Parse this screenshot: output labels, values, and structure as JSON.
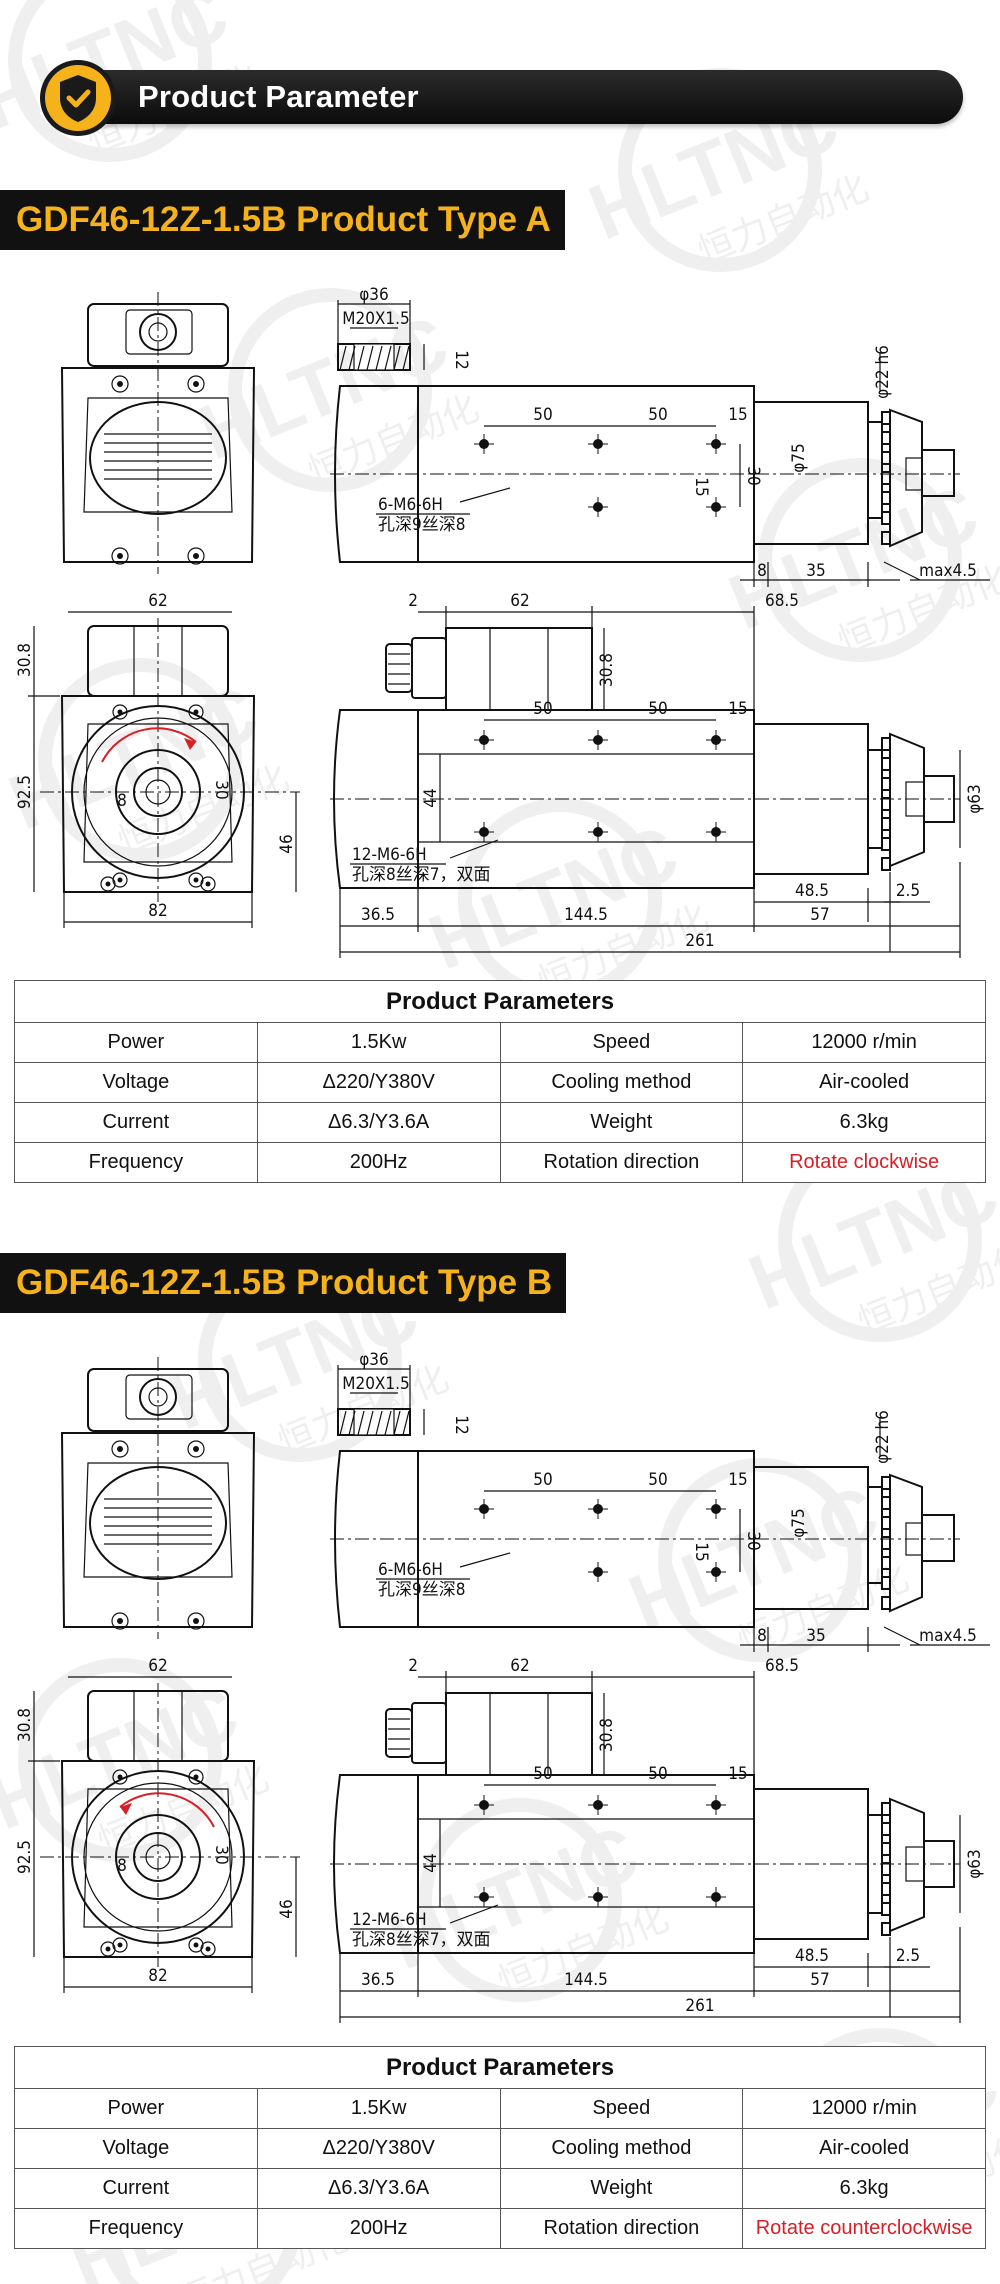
{
  "header": {
    "title": "Product Parameter",
    "badge_icon": "shield-check-icon"
  },
  "colors": {
    "accent": "#f6b21a",
    "banner": "#111111",
    "highlight": "#d61f26"
  },
  "watermark": {
    "text": "HLTNC",
    "subtext": "恒力自动化"
  },
  "drawing_labels": {
    "nut_diameter": "φ36",
    "nut_thread": "M20X1.5",
    "nut_height": "12",
    "shaft_diameter": "φ22 h6",
    "body_diameter": "φ75",
    "flange_diameter": "φ63",
    "d50": "50",
    "d15": "15",
    "d30": "30",
    "d8": "8",
    "d35": "35",
    "max45": "max4.5",
    "d62": "62",
    "d2": "2",
    "d685": "68.5",
    "d308": "30.8",
    "d925": "92.5",
    "d46": "46",
    "d44": "44",
    "d82": "82",
    "d365": "36.5",
    "d1445": "144.5",
    "d485": "48.5",
    "d25": "2.5",
    "d57": "57",
    "d261": "261",
    "top_hole_note_1": "6-M6-6H",
    "top_hole_note_2": "孔深9丝深8",
    "side_hole_note_1": "12-M6-6H",
    "side_hole_note_2": "孔深8丝深7，双面"
  },
  "sections": [
    {
      "title": "GDF46-12Z-1.5B Product Type A",
      "table": {
        "heading": "Product Parameters",
        "rows": [
          [
            "Power",
            "1.5Kw",
            "Speed",
            "12000 r/min"
          ],
          [
            "Voltage",
            "Δ220/Y380V",
            "Cooling method",
            "Air-cooled"
          ],
          [
            "Current",
            "Δ6.3/Y3.6A",
            "Weight",
            "6.3kg"
          ],
          [
            "Frequency",
            "200Hz",
            "Rotation direction",
            "Rotate clockwise"
          ]
        ]
      }
    },
    {
      "title": "GDF46-12Z-1.5B Product Type B",
      "table": {
        "heading": "Product Parameters",
        "rows": [
          [
            "Power",
            "1.5Kw",
            "Speed",
            "12000 r/min"
          ],
          [
            "Voltage",
            "Δ220/Y380V",
            "Cooling method",
            "Air-cooled"
          ],
          [
            "Current",
            "Δ6.3/Y3.6A",
            "Weight",
            "6.3kg"
          ],
          [
            "Frequency",
            "200Hz",
            "Rotation direction",
            "Rotate counterclockwise"
          ]
        ]
      }
    }
  ]
}
